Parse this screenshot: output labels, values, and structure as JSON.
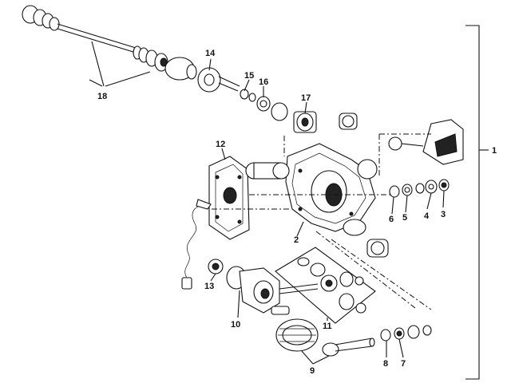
{
  "diagram": {
    "type": "exploded-parts-diagram",
    "callouts": {
      "c1": "1",
      "c2": "2",
      "c3": "3",
      "c4": "4",
      "c5": "5",
      "c6": "6",
      "c7": "7",
      "c8": "8",
      "c9": "9",
      "c10": "10",
      "c11": "11",
      "c12": "12",
      "c13": "13",
      "c14": "14",
      "c15": "15",
      "c16": "16",
      "c17": "17",
      "c18": "18"
    }
  }
}
